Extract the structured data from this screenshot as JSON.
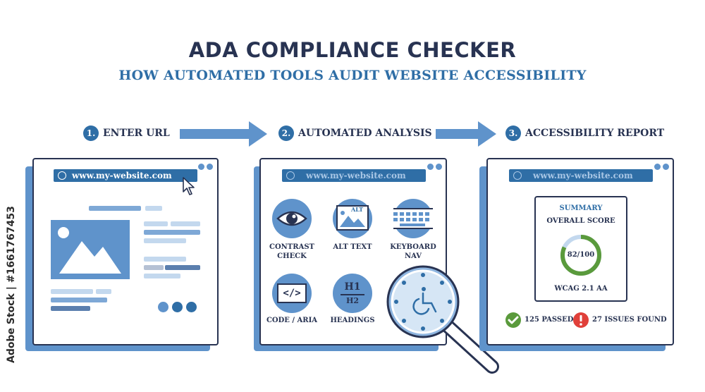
{
  "header": {
    "title": "ADA COMPLIANCE CHECKER",
    "subtitle": "HOW AUTOMATED TOOLS AUDIT WEBSITE ACCESSIBILITY"
  },
  "steps": [
    {
      "number": "1.",
      "label": "ENTER URL"
    },
    {
      "number": "2.",
      "label": "AUTOMATED ANALYSIS"
    },
    {
      "number": "3.",
      "label": "ACCESSIBILITY REPORT"
    }
  ],
  "browser": {
    "url": "www.my-website.com"
  },
  "analysis": {
    "contrast_label": "CONTRAST CHECK",
    "alt_text_label": "ALT TEXT",
    "alt_badge": "ALT",
    "keyboard_label": "KEYBOARD NAV",
    "code_label": "CODE / ARIA",
    "code_glyph": "</>",
    "headings_label": "HEADINGS",
    "h1": "H1",
    "h2": "H2"
  },
  "report": {
    "summary_label": "SUMMARY",
    "overall_label": "OVERALL SCORE",
    "score_text": "82/100",
    "score_fraction": 0.82,
    "standard": "WCAG 2.1 AA",
    "passed_text": "125 PASSED",
    "issues_text": "27 ISSUES FOUND"
  },
  "stock_id": "Adobe Stock | #1661767453",
  "colors": {
    "navy": "#283352",
    "blue": "#2f6ea6",
    "light_blue": "#5f93cb",
    "pale_blue": "#c3d8ee",
    "green": "#5a9a3c",
    "red": "#e0403a"
  }
}
